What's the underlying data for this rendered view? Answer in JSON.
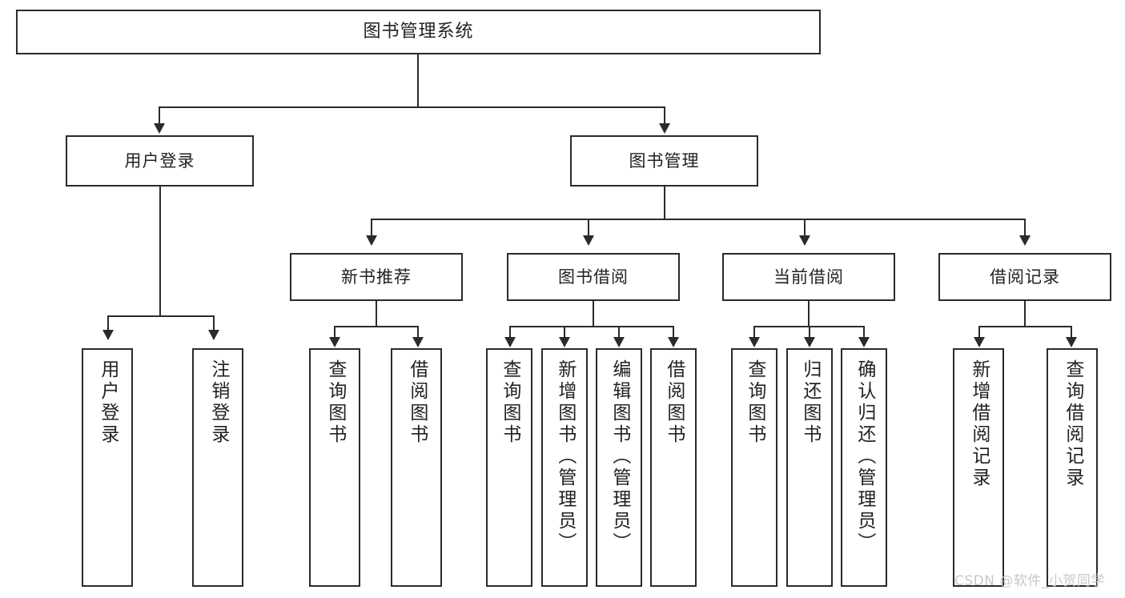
{
  "diagram": {
    "kind": "tree-hierarchy-chart",
    "root": {
      "label": "图书管理系统"
    },
    "level1": [
      {
        "label": "用户登录"
      },
      {
        "label": "图书管理"
      }
    ],
    "level2": [
      {
        "label": "新书推荐"
      },
      {
        "label": "图书借阅"
      },
      {
        "label": "当前借阅"
      },
      {
        "label": "借阅记录"
      }
    ],
    "leaves": {
      "user_login": [
        {
          "label": "用户登录"
        },
        {
          "label": "注销登录"
        }
      ],
      "new_book_recommend": [
        {
          "label": "查询图书"
        },
        {
          "label": "借阅图书"
        }
      ],
      "book_borrow": [
        {
          "label": "查询图书"
        },
        {
          "label": "新增图书（管理员）"
        },
        {
          "label": "编辑图书（管理员）"
        },
        {
          "label": "借阅图书"
        }
      ],
      "current_borrow": [
        {
          "label": "查询图书"
        },
        {
          "label": "归还图书"
        },
        {
          "label": "确认归还（管理员）"
        }
      ],
      "borrow_record": [
        {
          "label": "新增借阅记录"
        },
        {
          "label": "查询借阅记录"
        }
      ]
    }
  },
  "watermark": {
    "text": "CSDN @软件_小贺同学"
  },
  "colors": {
    "border": "#2b2b2b",
    "text": "#222222",
    "background": "#ffffff",
    "watermark": "#c9c9c9"
  }
}
